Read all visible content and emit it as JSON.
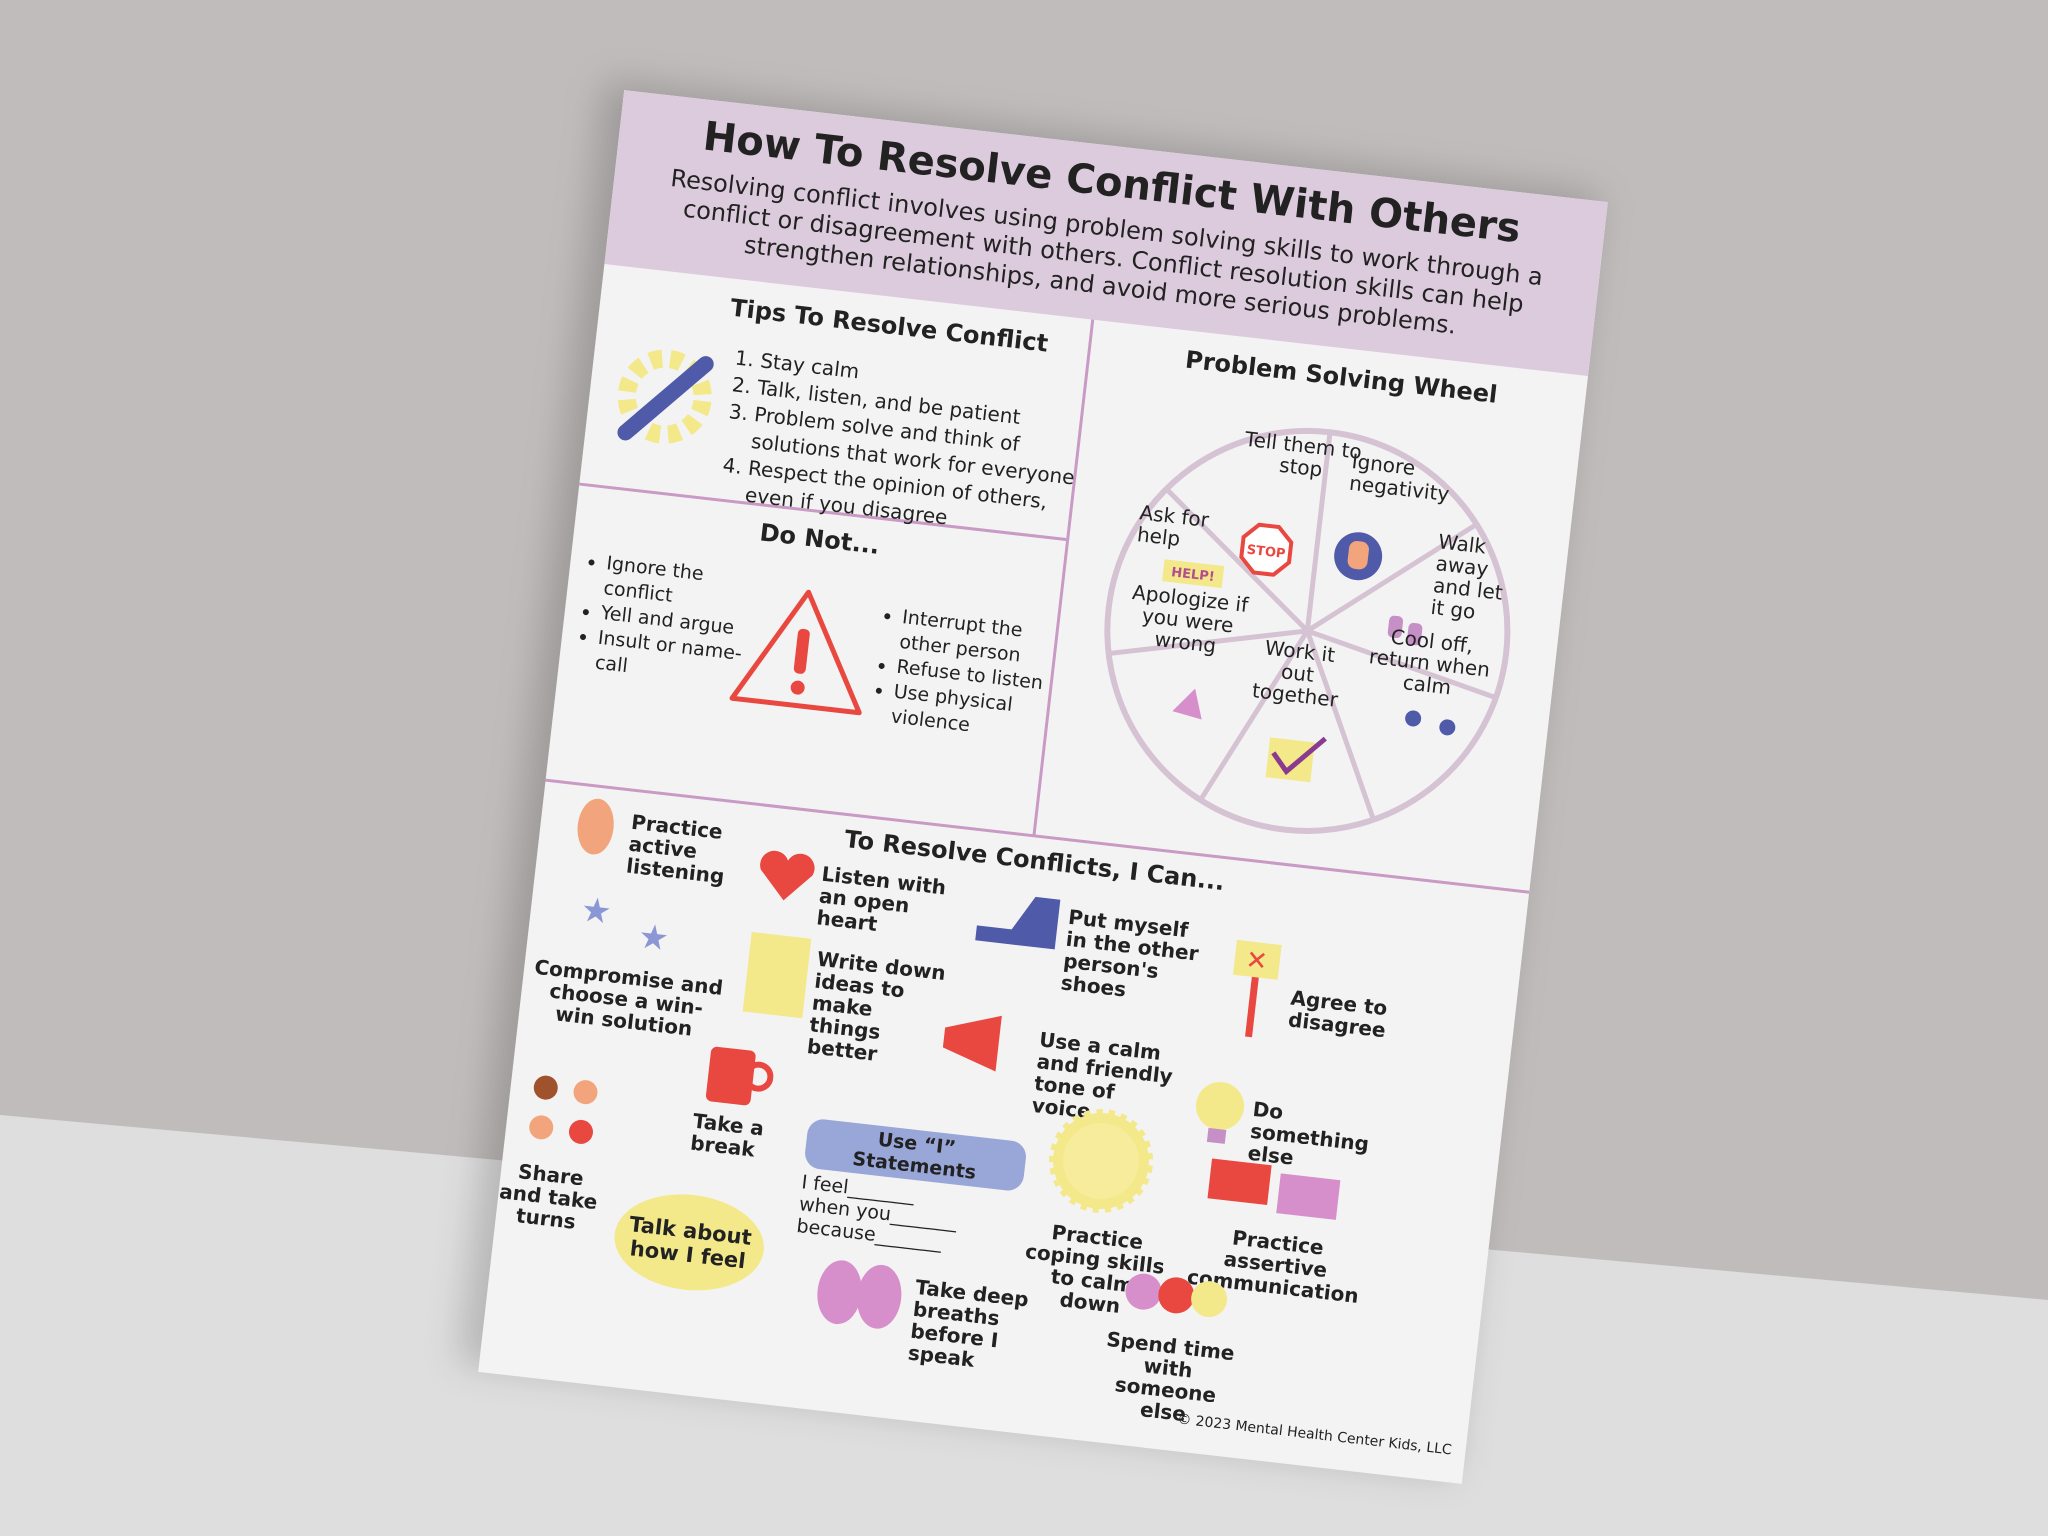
{
  "poster": {
    "title": "How To Resolve Conflict With Others",
    "intro": "Resolving conflict involves using problem solving skills to work through a conflict or disagreement with others.  Conflict resolution skills can help strengthen relationships, and avoid more serious problems.",
    "tips": {
      "heading": "Tips To Resolve Conflict",
      "items": [
        "Stay calm",
        "Talk, listen, and be patient",
        "Problem solve and think of solutions that work for everyone",
        "Respect the opinion of others, even if you disagree"
      ]
    },
    "do_not": {
      "heading": "Do Not...",
      "left": [
        "Ignore the conflict",
        "Yell and argue",
        "Insult or name-call"
      ],
      "right": [
        "Interrupt the other person",
        "Refuse to listen",
        "Use physical violence"
      ]
    },
    "wheel": {
      "heading": "Problem Solving Wheel",
      "segments": [
        "Tell them to stop",
        "Ignore negativity",
        "Walk away and let it go",
        "Cool off, return when calm",
        "Work it out together",
        "Apologize if you were wrong",
        "Ask for help"
      ],
      "stop_sign": "STOP",
      "help_sign": "HELP!"
    },
    "i_can": {
      "heading": "To Resolve Conflicts, I Can...",
      "items": [
        "Practice active listening",
        "Listen with an open heart",
        "Put myself in the other person's shoes",
        "Agree to disagree",
        "Compromise and choose a win-win solution",
        "Write down ideas to make things better",
        "Use a calm and friendly tone of voice",
        "Do something else",
        "Take a break",
        "Practice coping skills to calm down",
        "Practice assertive communication",
        "Share and take turns",
        "Talk about how I feel",
        "Take deep breaths before I speak",
        "Spend time with someone else"
      ],
      "i_statements": {
        "label": "Use “I” Statements",
        "lines": [
          "I feel_______",
          "when you_______",
          "because_______"
        ]
      }
    },
    "copyright": "© 2023 Mental Health Center Kids, LLC"
  },
  "colors": {
    "header": "#dccbdc",
    "accent_red": "#e8483f",
    "accent_blue": "#4f5aa8",
    "accent_yellow": "#f3e88a",
    "accent_pink": "#c99ac5"
  }
}
